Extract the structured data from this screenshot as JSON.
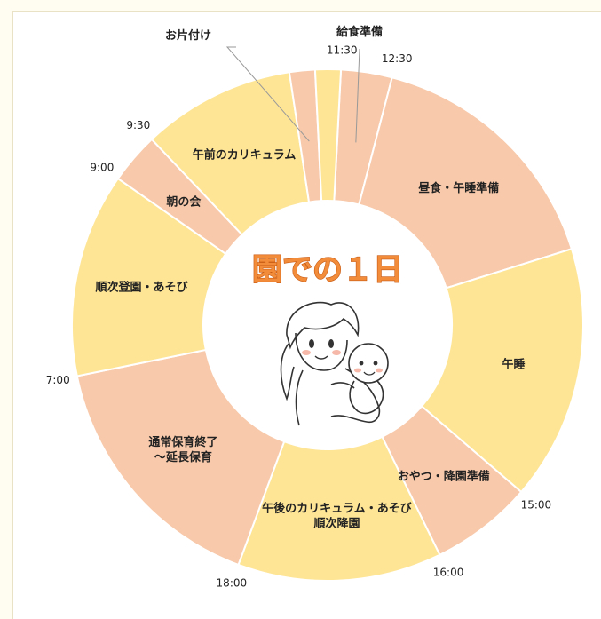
{
  "chart_data": {
    "type": "donut",
    "title": "園での１日",
    "segments": [
      {
        "name": "給食準備",
        "value": 0.5,
        "color": "#f8c9aa",
        "callout": true
      },
      {
        "name": "昼食・午睡準備",
        "value": 2.5,
        "color": "#f8c9aa"
      },
      {
        "name": "午睡",
        "value": 2.5,
        "color": "#fee596"
      },
      {
        "name": "おやつ・降園準備",
        "value": 1.0,
        "color": "#f8c9aa"
      },
      {
        "name": "午後のカリキュラム・あそび\n順次降園",
        "value": 2.0,
        "color": "#fee596"
      },
      {
        "name": "通常保育終了\n～延長保育",
        "value": 2.5,
        "color": "#f8c9aa"
      },
      {
        "name": "順次登園・あそび",
        "value": 2.0,
        "color": "#fee596"
      },
      {
        "name": "朝の会",
        "value": 0.5,
        "color": "#f8c9aa"
      },
      {
        "name": "午前のカリキュラム",
        "value": 1.5,
        "color": "#fee596"
      },
      {
        "name": "お片付け",
        "value": 0.25,
        "color": "#f8c9aa",
        "callout": true
      },
      {
        "name": "",
        "value": 0.25,
        "color": "#fee596"
      }
    ],
    "time_labels": [
      {
        "text": "11:30",
        "boundary": 0
      },
      {
        "text": "12:30",
        "boundary": 1
      },
      {
        "text": "15:00",
        "boundary": 3
      },
      {
        "text": "16:00",
        "boundary": 4
      },
      {
        "text": "18:00",
        "boundary": 5
      },
      {
        "text": "7:00",
        "boundary": 6
      },
      {
        "text": "9:00",
        "boundary": 7
      },
      {
        "text": "9:30",
        "boundary": 8
      }
    ]
  },
  "colors": {
    "segment_peach": "#f8c9aa",
    "segment_yellow": "#fee596",
    "title_orange": "#f28c3a",
    "leader_line": "#999999"
  },
  "center_image": {
    "icon": "mother-holding-baby-illustration"
  }
}
